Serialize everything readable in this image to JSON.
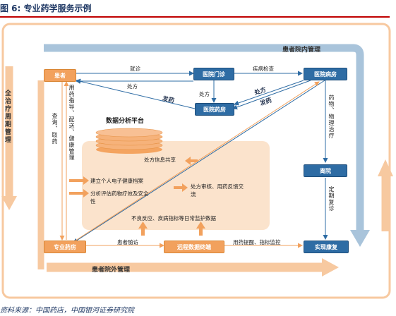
{
  "figure": {
    "title": "图 6:  专业药学服务示例",
    "source": "资料来源：中国药店，中国银河证券研究院"
  },
  "bands": {
    "inpatient": "患者院内管理",
    "outpatient": "患者院外管理",
    "full_cycle": "全治疗周期管理"
  },
  "nodes": {
    "patient": "患者",
    "clinic": "医院门诊",
    "ward": "医院病房",
    "hospital_pharmacy": "医院药房",
    "discharge": "离院",
    "pro_pharmacy": "专业药房",
    "remote_terminal": "远程数据终端",
    "recovery": "实现康复"
  },
  "platform": {
    "title": "数据分析平台",
    "items": {
      "share": "处方信息共享",
      "record": "建立个人电子健康档案",
      "evaluate": "分析评估药物疗效及安全性",
      "review": "处方审核、用药反馈交流",
      "monitor": "不良反应、疾病指标等日常监护数据"
    }
  },
  "edges": {
    "visit": "就诊",
    "exam": "疾病检查",
    "rx1": "处方",
    "rx2": "处方",
    "rx3": "处方",
    "dispense1": "发药",
    "dispense2": "发药",
    "guidance": "用药指导、配送、健康管理",
    "query": "查询、取药",
    "treatment": "药物、物理治疗",
    "followup": "定期复诊",
    "patient_followup": "患者随访",
    "reminder": "用药提醒、指标监控"
  },
  "colors": {
    "blue": "#2e6ca4",
    "orange": "#f2a15d",
    "band_blue": "#a9c4db",
    "band_orange": "#f7c9a0",
    "platform": "#fbe3cc"
  }
}
